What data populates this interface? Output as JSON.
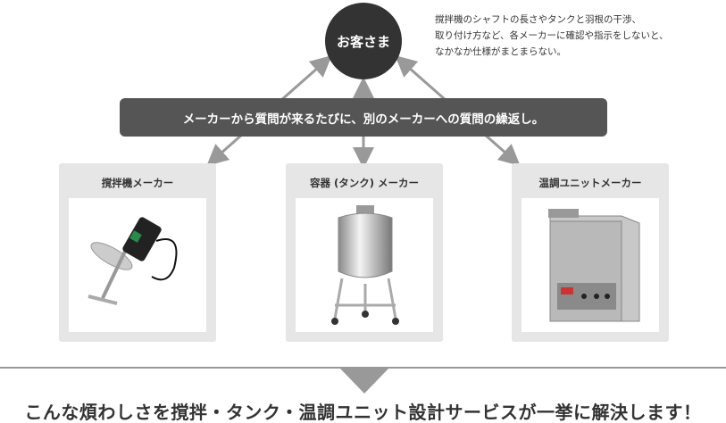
{
  "customer": {
    "label": "お客さま"
  },
  "note": {
    "lines": [
      "撹拌機のシャフトの長さやタンクと羽根の干渉、",
      "取り付け方など、各メーカーに確認や指示をしないと、",
      "なかなか仕様がまとまらない。"
    ]
  },
  "banner": {
    "text": "メーカーから質問が来るたびに、別のメーカーへの質問の繰返し。"
  },
  "makers": [
    {
      "title": "撹拌機メーカー",
      "icon": "mixer-image"
    },
    {
      "title": "容器 (タンク) メーカー",
      "icon": "tank-image"
    },
    {
      "title": "温調ユニットメーカー",
      "icon": "temperature-unit-image"
    }
  ],
  "conclusion": {
    "text": "こんな煩わしさを撹拌・タンク・温調ユニット設計サービスが一挙に解決します！"
  },
  "colors": {
    "dark": "#333333",
    "banner": "#555555",
    "box": "#e6e6e6",
    "arrow": "#999999"
  }
}
